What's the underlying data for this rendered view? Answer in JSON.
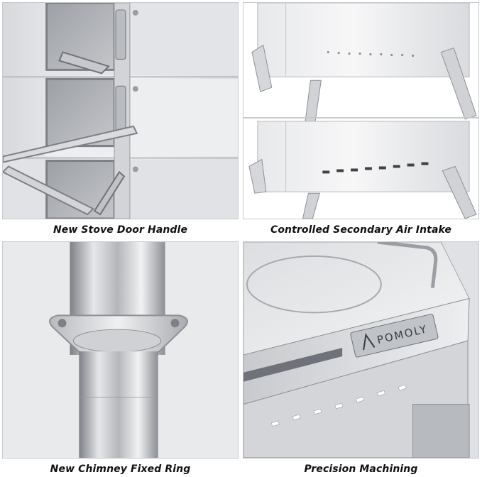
{
  "panels": [
    {
      "caption": "New Stove Door Handle"
    },
    {
      "caption": "Controlled Secondary Air Intake"
    },
    {
      "caption": "New Chimney Fixed Ring"
    },
    {
      "caption": "Precision Machining",
      "brand": "POMOLY"
    }
  ],
  "colors": {
    "steel_light": "#f2f3f5",
    "steel_mid": "#cfd1d5",
    "steel_dark": "#8d9096",
    "caption_text": "#111111"
  }
}
